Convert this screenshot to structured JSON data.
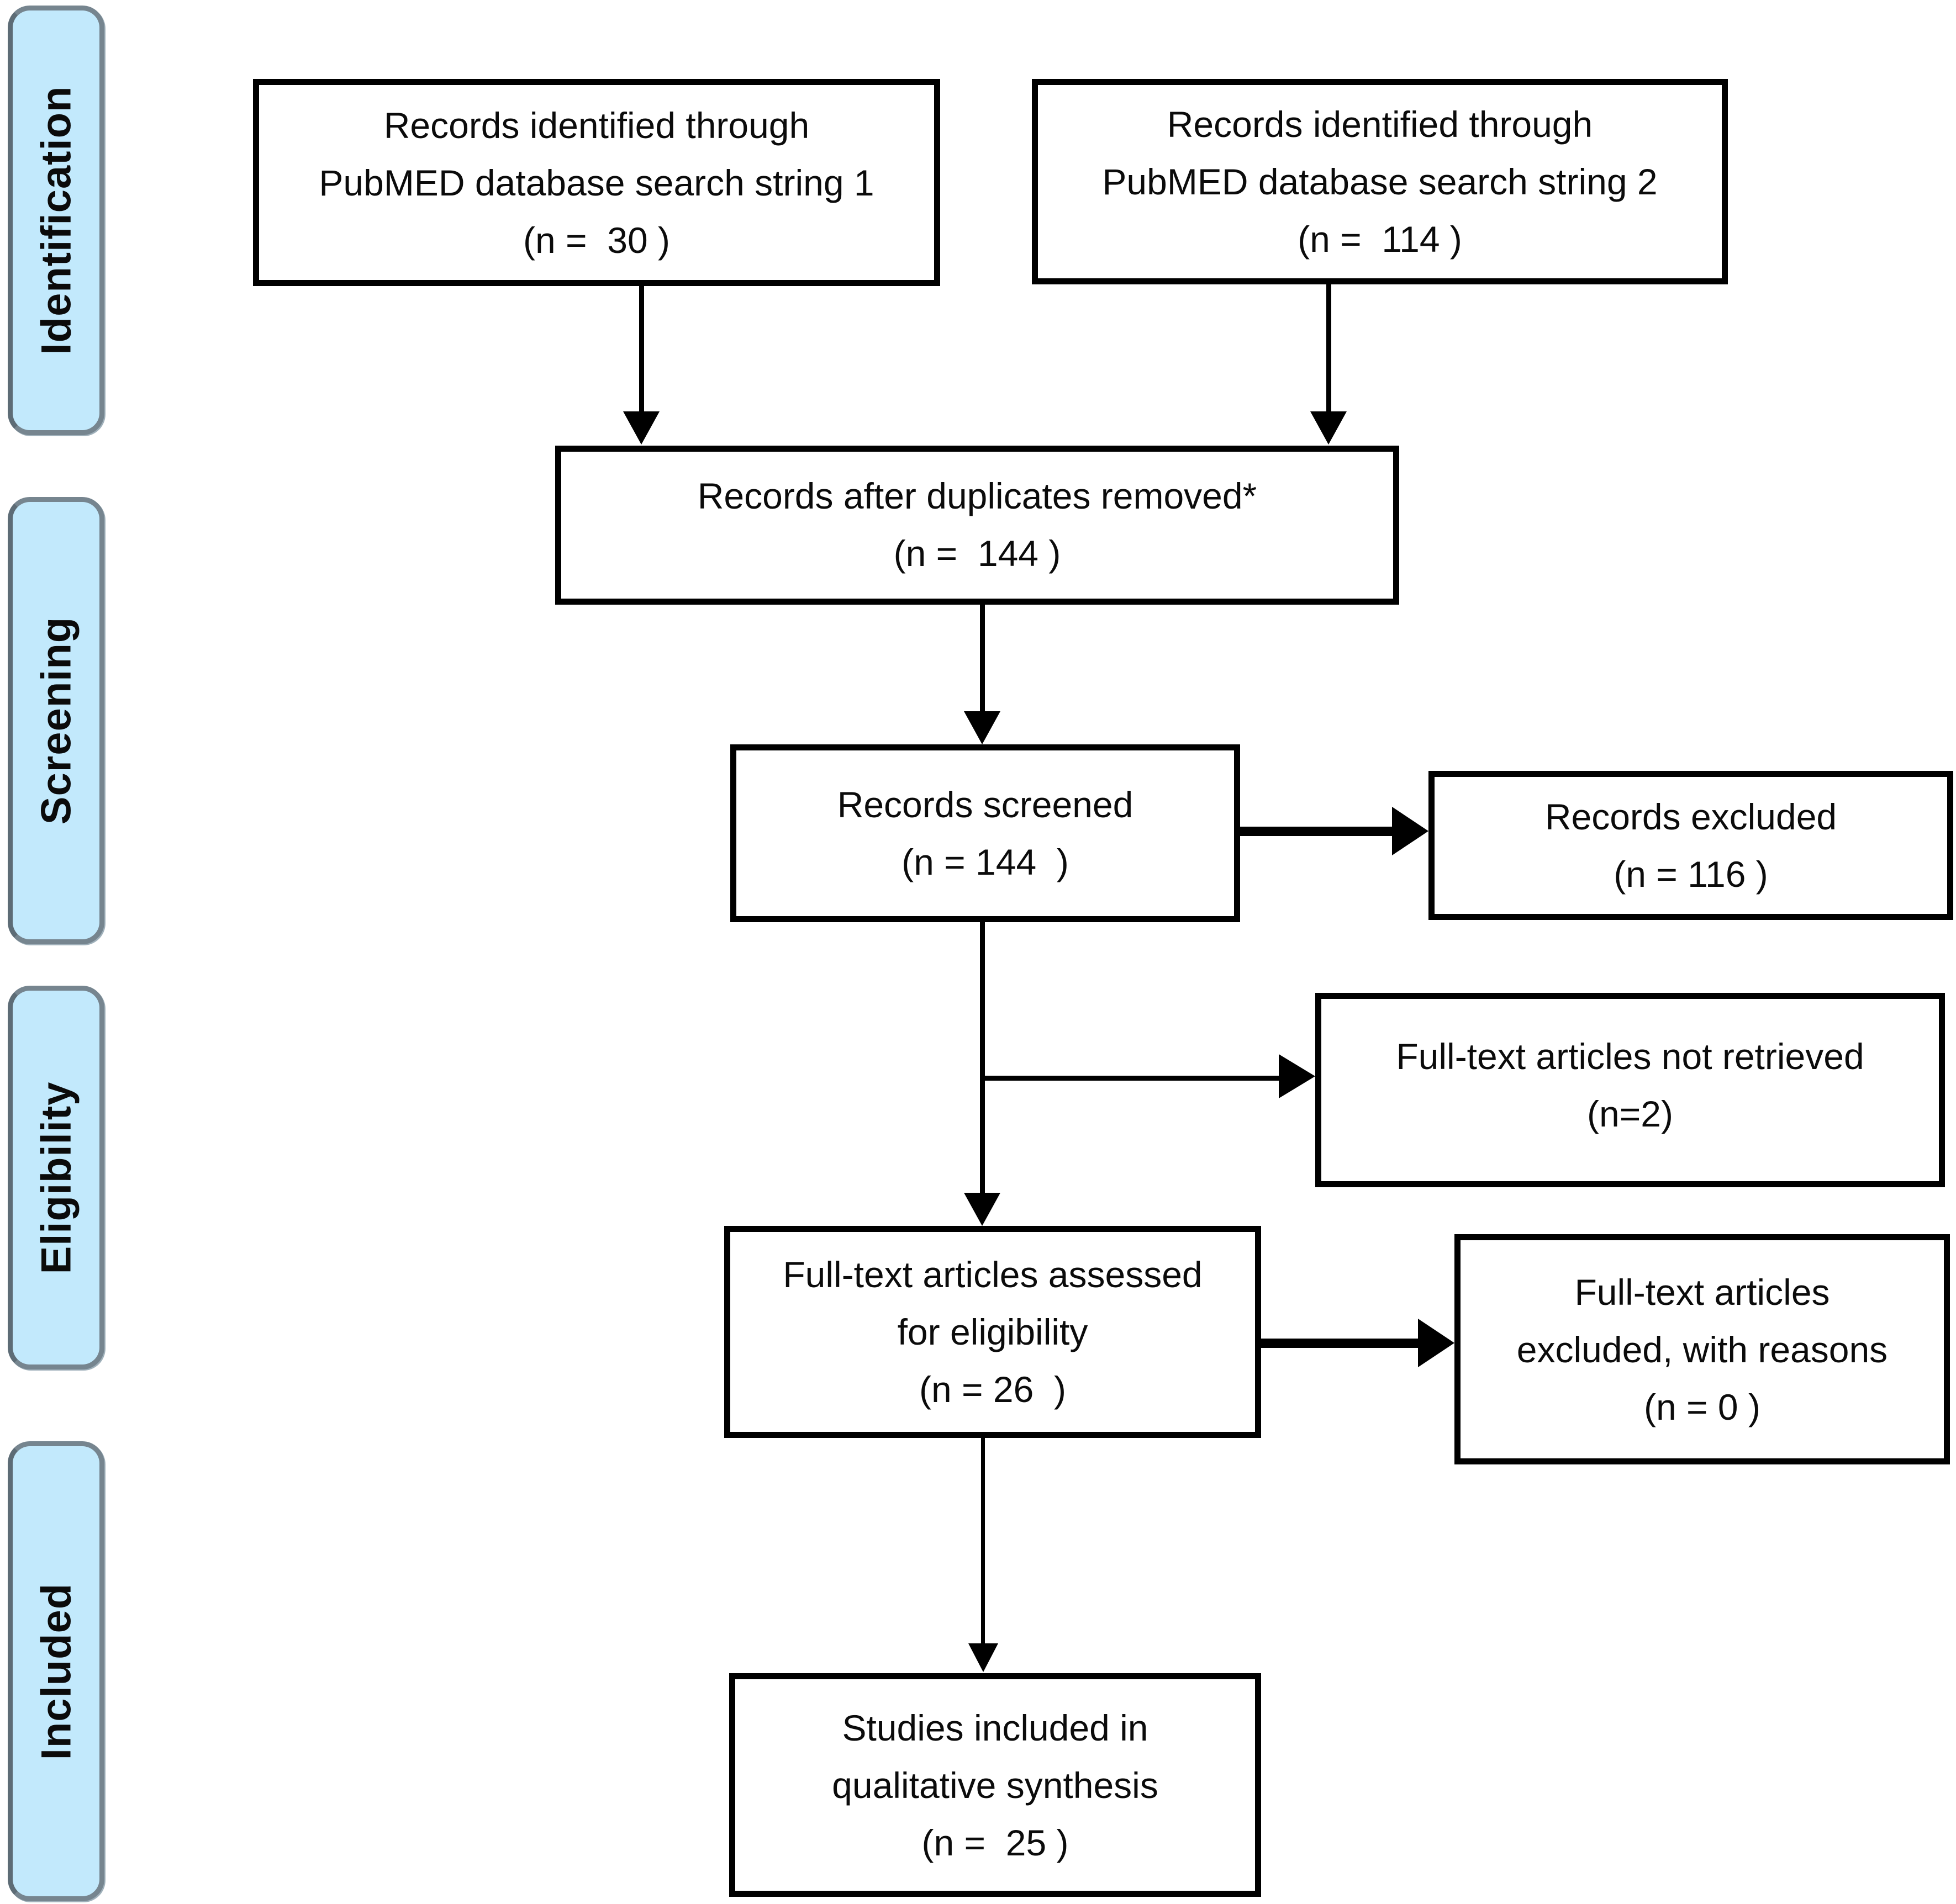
{
  "sidebar": {
    "stages": [
      {
        "label": "Identification"
      },
      {
        "label": "Screening"
      },
      {
        "label": "Eligibility"
      },
      {
        "label": "Included"
      }
    ]
  },
  "boxes": {
    "identified_string1": {
      "lines": [
        "Records identified through",
        "PubMED database search string 1",
        "(n =  30 )"
      ]
    },
    "identified_string2": {
      "lines": [
        "Records identified through",
        "PubMED database search string 2",
        "(n =  114 )"
      ]
    },
    "duplicates_removed": {
      "lines": [
        "Records after duplicates removed*",
        "(n =  144 )"
      ]
    },
    "records_screened": {
      "lines": [
        "Records screened",
        "(n = 144  )"
      ]
    },
    "records_excluded": {
      "lines": [
        "Records excluded",
        "(n = 116 )"
      ]
    },
    "fulltext_not_retrieved": {
      "lines": [
        "Full-text articles not retrieved",
        "(n=2)"
      ]
    },
    "fulltext_assessed": {
      "lines": [
        "Full-text articles assessed",
        "for eligibility",
        "(n = 26  )"
      ]
    },
    "fulltext_excluded": {
      "lines": [
        "Full-text articles",
        "excluded, with reasons",
        "(n = 0 )"
      ]
    },
    "studies_included": {
      "lines": [
        "Studies included in",
        "qualitative synthesis",
        "(n =  25 )"
      ]
    }
  },
  "colors": {
    "stage_fill": "#C2E9FC",
    "stage_border": "#76858F",
    "box_border": "#000000",
    "text": "#0B0B0B",
    "background": "#FFFFFF"
  }
}
